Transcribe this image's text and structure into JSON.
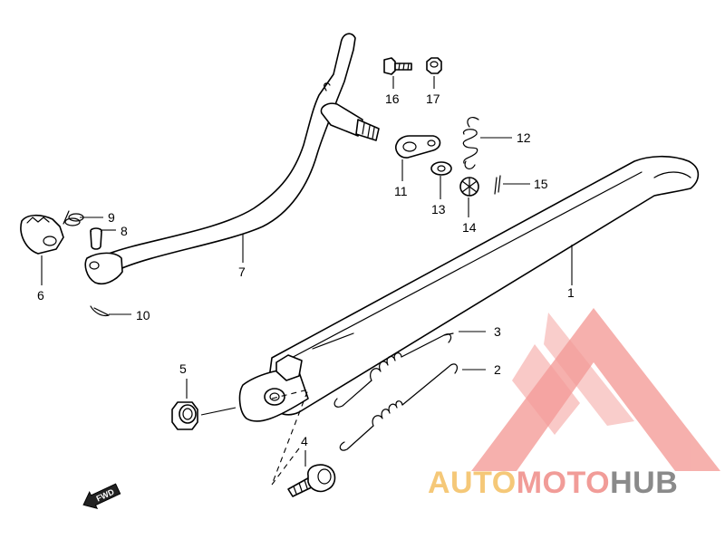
{
  "callouts": {
    "p1": "1",
    "p2": "2",
    "p3": "3",
    "p4": "4",
    "p5": "5",
    "p6": "6",
    "p7": "7",
    "p8": "8",
    "p9": "9",
    "p10": "10",
    "p11": "11",
    "p12": "12",
    "p13": "13",
    "p14": "14",
    "p15": "15",
    "p16": "16",
    "p17": "17"
  },
  "direction_marker": {
    "label": "FWD",
    "icon": "forward-arrow-icon"
  },
  "watermark": {
    "brand_part1": "AUTO",
    "brand_part2": "MOTO",
    "brand_part3": "HUB",
    "colors": {
      "auto": "#f5c878",
      "moto": "#f19c98",
      "hub": "#8a8a8a",
      "logo_mark": "#f28a86"
    }
  }
}
